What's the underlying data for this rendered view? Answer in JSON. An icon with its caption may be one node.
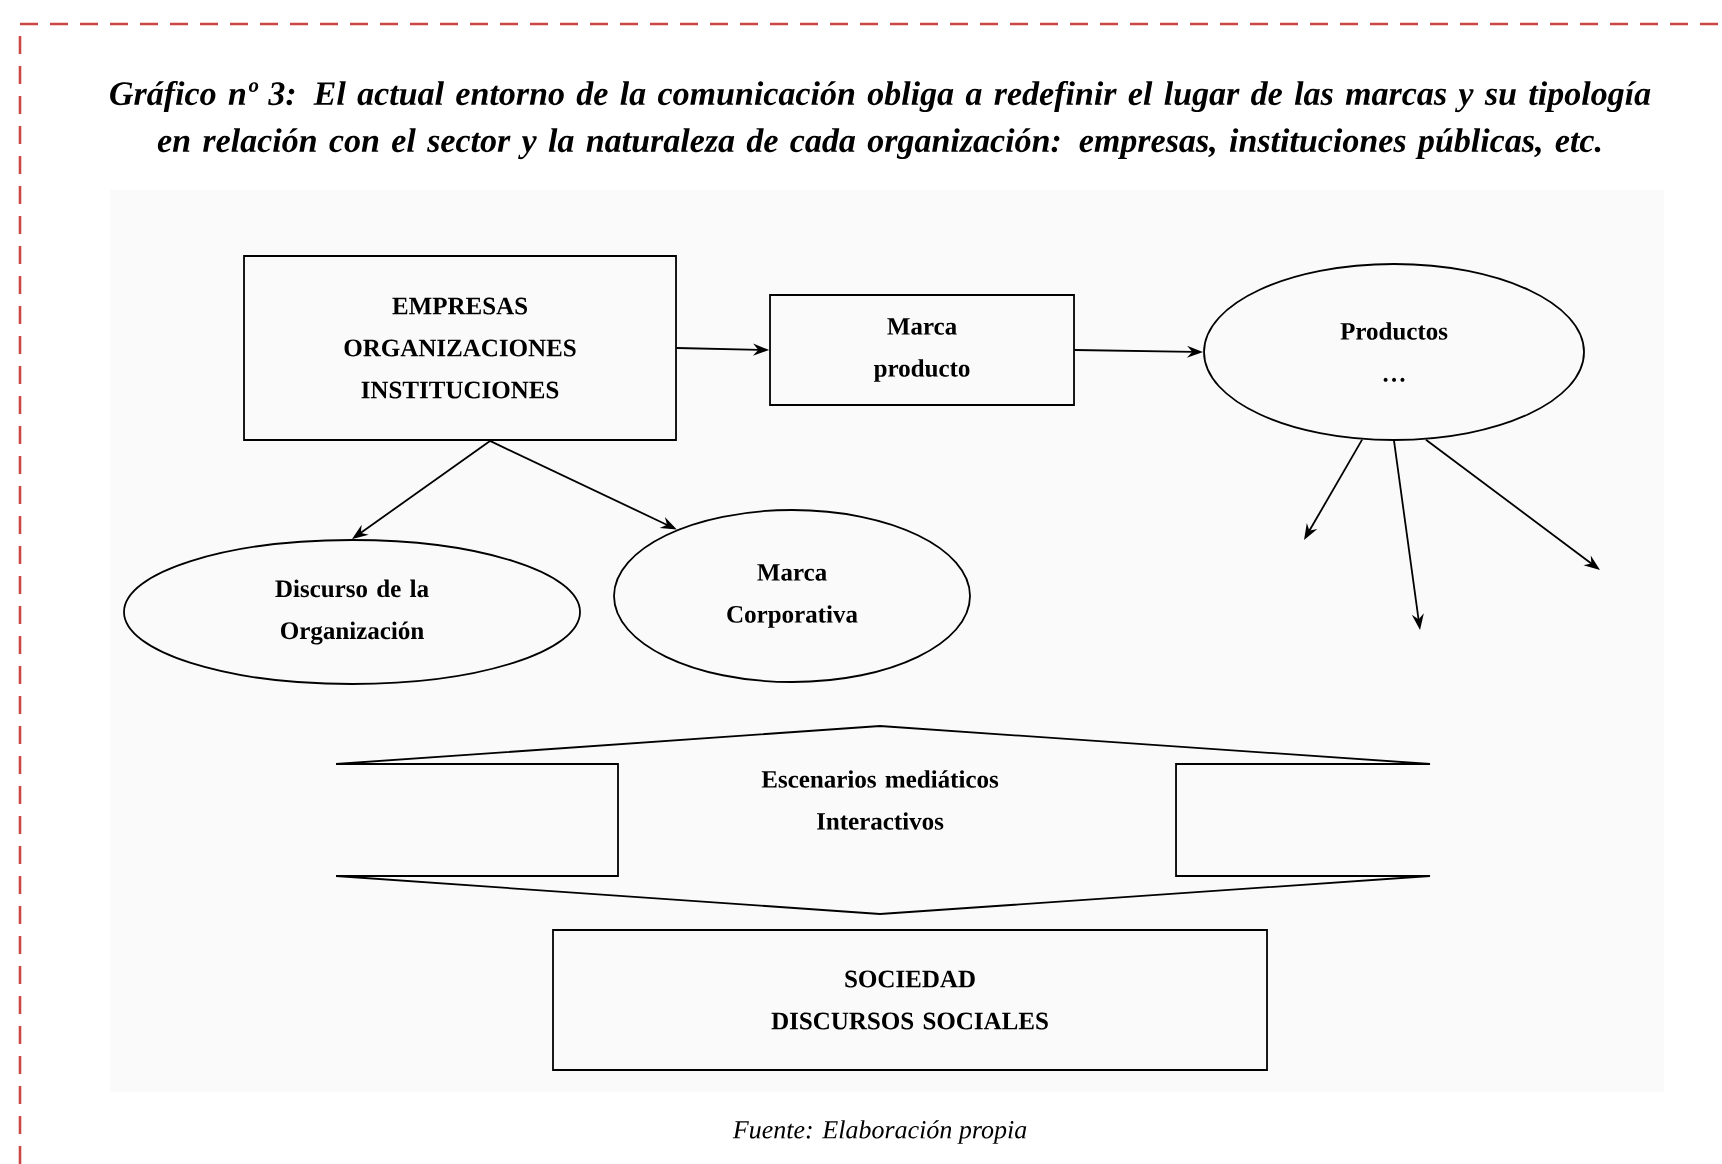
{
  "diagram": {
    "title": "Gráfico nº 3: El actual entorno de la comunicación obliga a redefinir el lugar de las marcas y su tipología en relación con el sector y la naturaleza de cada organización: empresas, instituciones públicas, etc.",
    "caption": "Fuente: Elaboración propia",
    "nodes": [
      {
        "text": [
          "EMPRESAS ORGANIZACIONES INSTITUCIONES"
        ]
      },
      {
        "text": [
          "Marca producto"
        ]
      },
      {
        "text": [
          "Productos …"
        ]
      },
      {
        "text": [
          "Discurso de la Organización"
        ]
      },
      {
        "text": [
          "Marca Corporativa"
        ]
      },
      {
        "text": [
          "Escenarios mediáticos Interactivos"
        ]
      },
      {
        "text": [
          "SOCIEDAD DISCURSOS SOCIALES"
        ]
      }
    ],
    "edges": [
      {
        "from": 0,
        "to": 1,
        "arrow": "to"
      },
      {
        "from": 1,
        "to": 2,
        "arrow": "to"
      },
      {
        "from": 0,
        "to": 3,
        "arrow": "to"
      },
      {
        "from": 0,
        "to": 4,
        "arrow": "to"
      },
      {
        "from": 2,
        "to": null,
        "arrow": "to"
      },
      {
        "from": 2,
        "to": null,
        "arrow": "to"
      },
      {
        "from": 2,
        "to": null,
        "arrow": "to"
      }
    ]
  }
}
